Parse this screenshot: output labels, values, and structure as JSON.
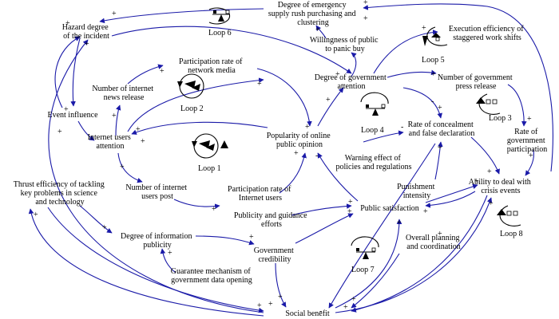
{
  "colors": {
    "edge": "#1a1aa8",
    "text": "#000000",
    "background": "#ffffff"
  },
  "nodes": {
    "emergency_supply": [
      "Degree of emergency",
      "supply rush purchasing and",
      "clustering"
    ],
    "hazard_degree": [
      "Hazard degree",
      "of the incident"
    ],
    "panic_buy": [
      "Willingness of public",
      "to panic buy"
    ],
    "exec_efficiency": [
      "Execution efficiency of",
      "staggered work shifts"
    ],
    "participation_media": [
      "Participation rate of",
      "network media"
    ],
    "internet_news": [
      "Number of internet",
      "news release"
    ],
    "gov_attention": [
      "Degree of government",
      "attention"
    ],
    "gov_press": [
      "Number of government",
      "press release"
    ],
    "event_influence": [
      "Event influence"
    ],
    "internet_users_attention": [
      "Internet users",
      "attention"
    ],
    "popularity_opinion": [
      "Popularity of online",
      "public opinion"
    ],
    "concealment_rate": [
      "Rate of concealment",
      "and false declaration"
    ],
    "gov_participation": [
      "Rate of",
      "government",
      "participation"
    ],
    "warning_effect": [
      "Warning effect of",
      "policies and regulations"
    ],
    "internet_users_post": [
      "Number of internet",
      "users post"
    ],
    "participation_internet": [
      "Participation rate of",
      "Internet users"
    ],
    "punishment": [
      "Punishment",
      "intensity"
    ],
    "crisis_ability": [
      "Ability to deal with",
      "crisis events"
    ],
    "thrust_efficiency": [
      "Thrust efficiency of tackling",
      "key problems in science",
      "and technology"
    ],
    "publicity_guidance": [
      "Publicity and guidance",
      "efforts"
    ],
    "public_satisfaction": [
      "Public satisfaction"
    ],
    "info_publicity": [
      "Degree of information",
      "publicity"
    ],
    "gov_credibility": [
      "Government",
      "credibility"
    ],
    "overall_planning": [
      "Overall planning",
      "and coordination"
    ],
    "guarantee_mechanism": [
      "Guarantee mechanism of",
      "government data opening"
    ],
    "social_benefit": [
      "Social benefit"
    ]
  },
  "loops": [
    {
      "label": "Loop 6",
      "icon": "balancing-scale-icon"
    },
    {
      "label": "Loop 5",
      "icon": "reinforcing-icon"
    },
    {
      "label": "Loop 2",
      "icon": "reinforcing-cycle-icon"
    },
    {
      "label": "Loop 4",
      "icon": "balancing-scale-icon"
    },
    {
      "label": "Loop 3",
      "icon": "reinforcing-icon"
    },
    {
      "label": "Loop 1",
      "icon": "reinforcing-cycle-icon"
    },
    {
      "label": "Loop 7",
      "icon": "balancing-scale-icon"
    },
    {
      "label": "Loop 8",
      "icon": "reinforcing-icon"
    }
  ],
  "signs": [
    "+",
    "+",
    "+",
    "+",
    "+",
    "+",
    "+",
    "+",
    "+",
    "+",
    "+",
    "+",
    "+",
    "+",
    "+",
    "+",
    "+",
    "+",
    "+",
    "+",
    "+",
    "-",
    "+",
    "+",
    "-",
    "+",
    "+",
    "+",
    "+",
    "+",
    "+",
    "+",
    "+",
    "+",
    "+",
    "+",
    "+",
    "+",
    "+",
    "+",
    "+",
    "+",
    "+",
    "-",
    "-",
    "+"
  ]
}
